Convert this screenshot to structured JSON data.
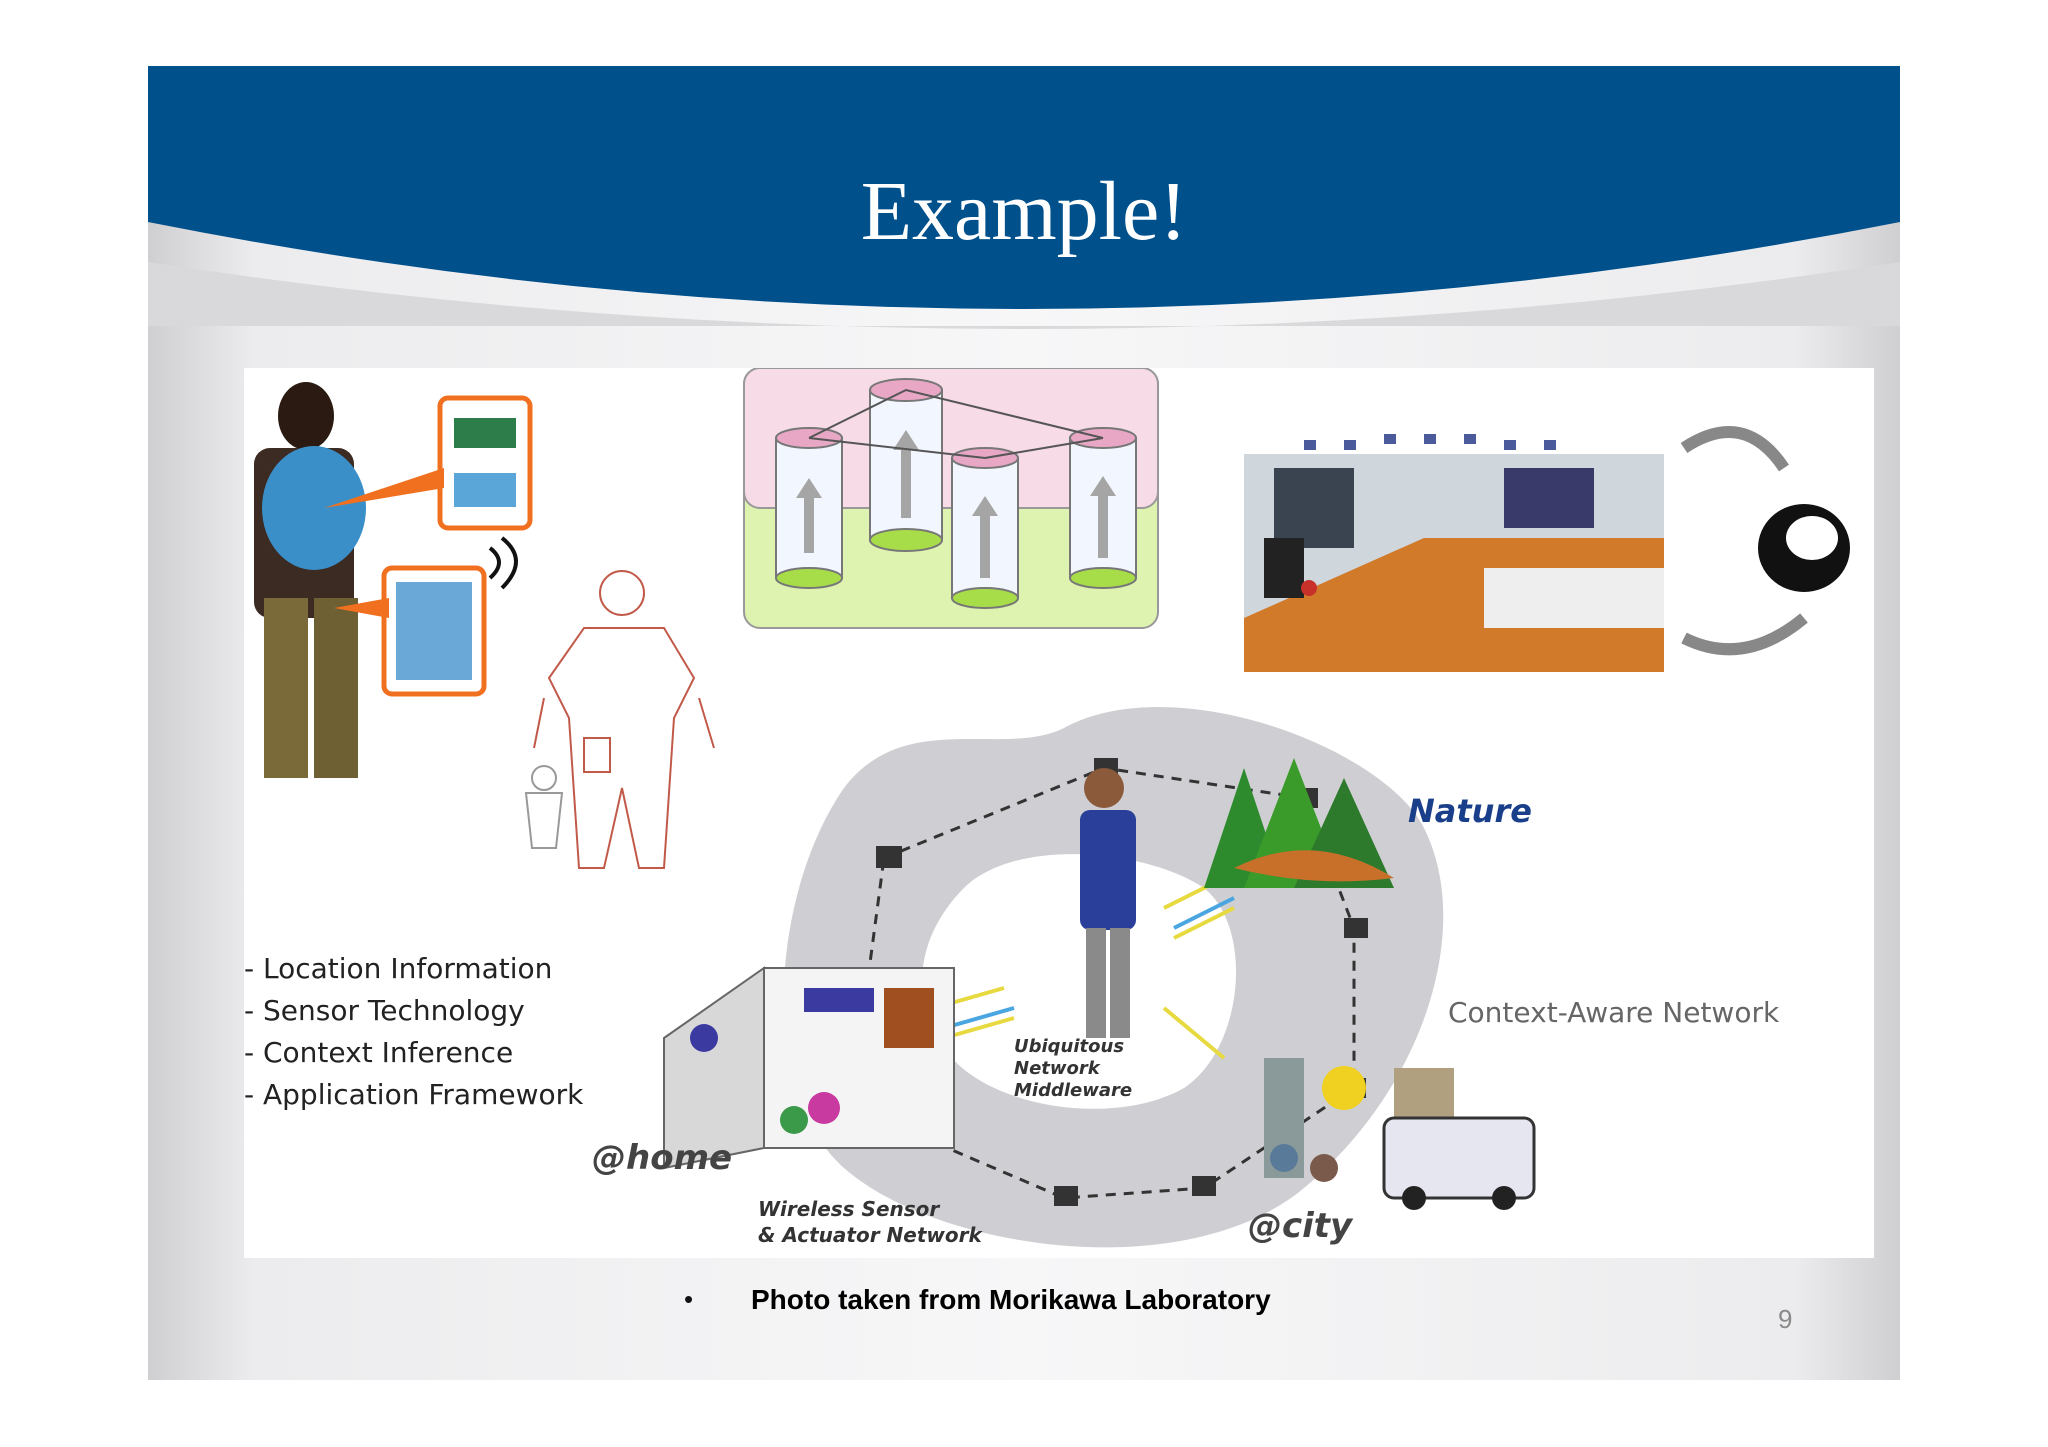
{
  "slide": {
    "title": "Example!",
    "page_number": "9",
    "colors": {
      "header": "#00508c",
      "accent": "#f07020"
    }
  },
  "figure": {
    "list_items": [
      "- Location Information",
      "- Sensor Technology",
      "- Context Inference",
      "- Application Framework"
    ],
    "labels": {
      "nature": "Nature",
      "context_aware": "Context-Aware Network",
      "middleware": [
        "Ubiquitous",
        "Network",
        "Middleware"
      ],
      "home": "@home",
      "wireless": [
        "Wireless Sensor",
        "& Actuator Network"
      ],
      "city": "@city"
    }
  },
  "caption": {
    "bullet": "•",
    "text": "Photo taken from Morikawa Laboratory"
  }
}
